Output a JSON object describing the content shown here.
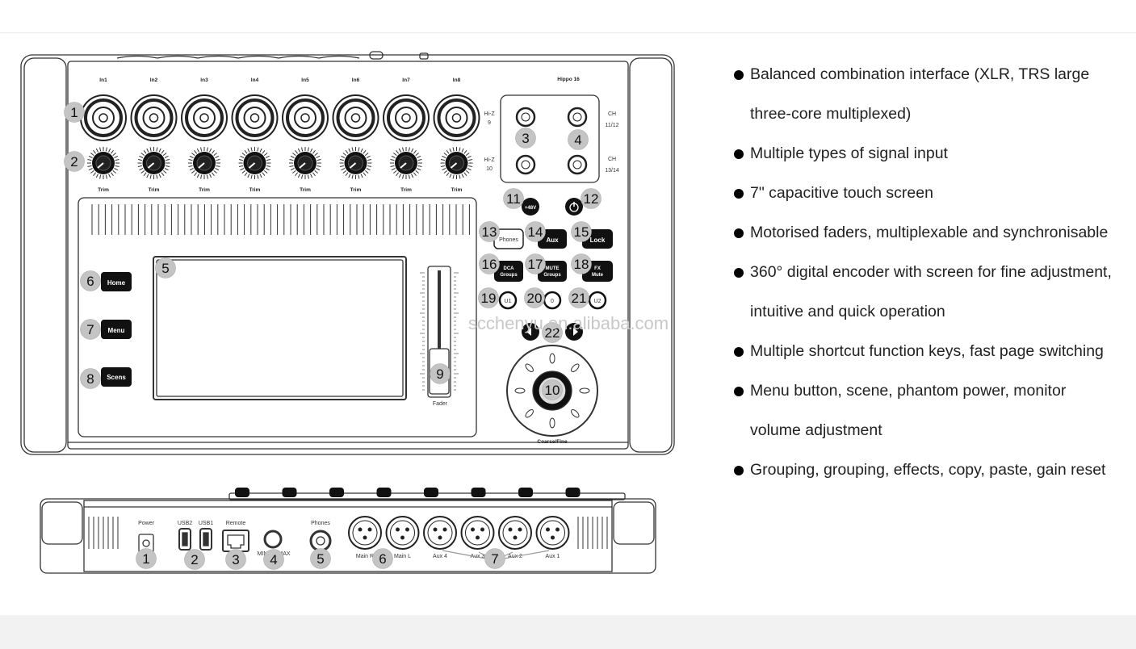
{
  "top_panel": {
    "model_name": "Hippo 16",
    "inputs": [
      "In1",
      "In2",
      "In3",
      "In4",
      "In5",
      "In6",
      "In7",
      "In8"
    ],
    "trim_label": "Trim",
    "hiz_labels": [
      [
        "Hi-Z",
        "9"
      ],
      [
        "Hi-Z",
        "10"
      ]
    ],
    "ch_labels": [
      [
        "CH",
        "11/12"
      ],
      [
        "CH",
        "13/14"
      ]
    ],
    "fader_label": "Fader",
    "encoder_label": "Coarse/Fine",
    "phantom_label": "+48V",
    "buttons": {
      "home": "Home",
      "menu": "Menu",
      "scens": "Scens",
      "phones": "Phones",
      "aux": "Aux",
      "lock": "Lock",
      "dca": [
        "DCA",
        "Groups"
      ],
      "mute": [
        "MUTE",
        "Groups"
      ],
      "fx": [
        "FX",
        "Mute"
      ],
      "u1": "U1",
      "zero": "0",
      "u2": "U2"
    },
    "callouts": [
      "1",
      "2",
      "3",
      "4",
      "5",
      "6",
      "7",
      "8",
      "9",
      "10",
      "11",
      "12",
      "13",
      "14",
      "15",
      "16",
      "17",
      "18",
      "19",
      "20",
      "21",
      "22"
    ]
  },
  "rear_panel": {
    "power_label": "Power",
    "usb_labels": [
      "USB2",
      "USB1"
    ],
    "remote_label": "Remote",
    "phones_label": "Phones",
    "volume_labels": [
      "MIN",
      "MAX"
    ],
    "xlr_labels": [
      "Main R",
      "Main L",
      "Aux 4",
      "Aux 3",
      "Aux 2",
      "Aux 1"
    ],
    "callouts": [
      "1",
      "2",
      "3",
      "4",
      "5",
      "6",
      "7"
    ]
  },
  "watermark": "scchenyu.en.alibaba.com",
  "features": [
    "Balanced combination interface (XLR, TRS large three-core multiplexed)",
    "Multiple types of signal input",
    "7\" capacitive touch screen",
    "Motorised faders, multiplexable and synchronisable",
    "360° digital encoder with screen for fine adjustment, intuitive and quick operation",
    "Multiple shortcut function keys, fast page switching",
    "Menu button, scene, phantom power, monitor volume adjustment",
    "Grouping, grouping, effects, copy, paste, gain reset"
  ]
}
